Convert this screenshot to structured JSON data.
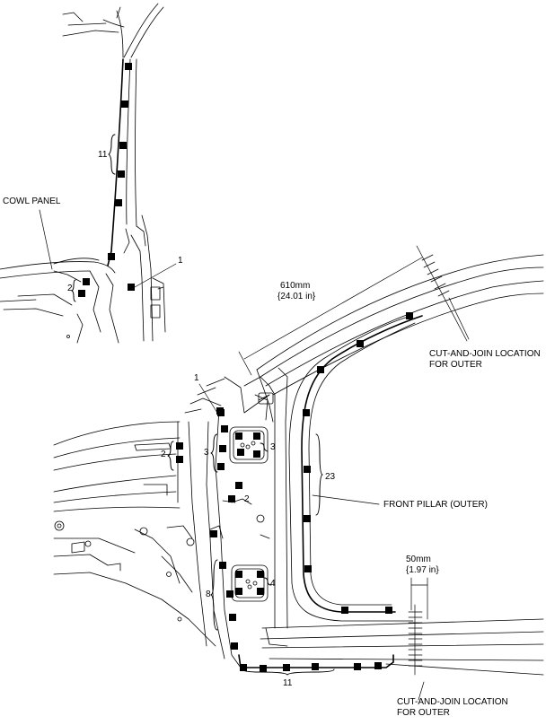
{
  "labels": {
    "cowl_panel": "COWL PANEL",
    "front_pillar": "FRONT PILLAR (OUTER)",
    "cut_join_upper_l1": "CUT-AND-JOIN LOCATION",
    "cut_join_upper_l2": "FOR OUTER",
    "cut_join_lower_l1": "CUT-AND-JOIN LOCATION",
    "cut_join_lower_l2": "FOR OUTER",
    "dim_610_mm": "610mm",
    "dim_610_in": "{24.01 in}",
    "dim_50_mm": "50mm",
    "dim_50_in": "{1.97 in}"
  },
  "weld_counts": {
    "upper_pillar": "11",
    "upper_right": "1",
    "upper_left": "2",
    "lower_top": "1",
    "lower_left": "2",
    "inner_left": "3",
    "inner_right": "3",
    "middle": "2",
    "pillar_outer": "23",
    "lower_left_vertical": "8",
    "lower_box": "4",
    "bottom_rail": "11"
  }
}
